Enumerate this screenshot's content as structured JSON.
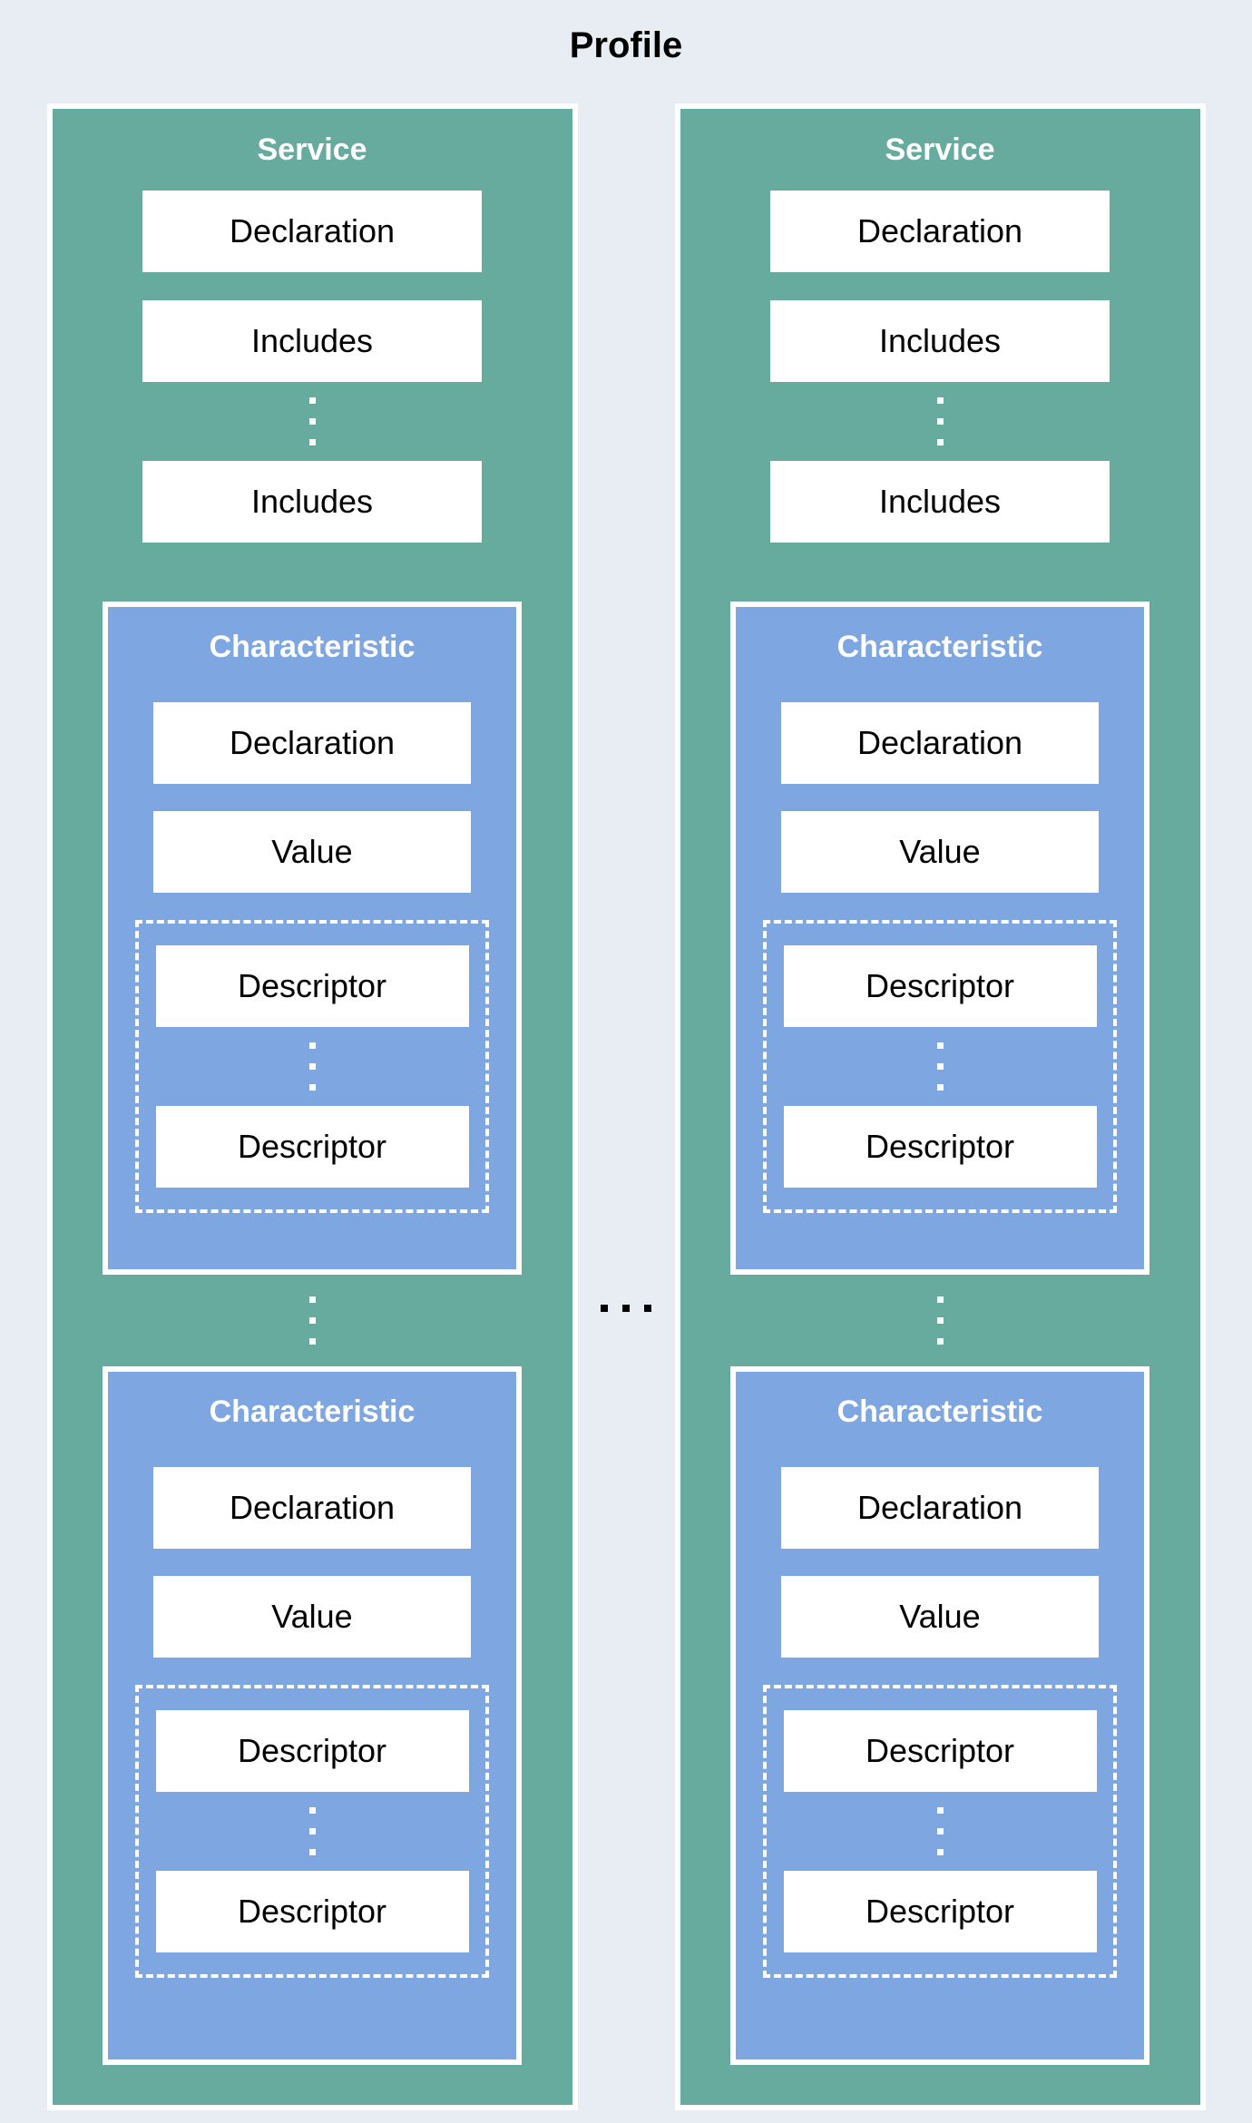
{
  "title": "Profile",
  "colors": {
    "background": "#e8edf4",
    "service_fill": "#67ab9f",
    "characteristic_fill": "#7ea6e0",
    "box_fill": "#ffffff",
    "panel_border": "#ffffff",
    "title_text": "#000000",
    "section_title_text": "#ffffff",
    "box_text": "#000000",
    "ellipsis_dots": "#000000"
  },
  "icons": {
    "between_services": "horizontal-ellipsis",
    "more_items": "vertical-ellipsis"
  },
  "services": [
    {
      "title": "Service",
      "declaration_label": "Declaration",
      "includes": [
        "Includes",
        "Includes"
      ],
      "characteristics": [
        {
          "title": "Characteristic",
          "declaration_label": "Declaration",
          "value_label": "Value",
          "descriptors": [
            "Descriptor",
            "Descriptor"
          ]
        },
        {
          "title": "Characteristic",
          "declaration_label": "Declaration",
          "value_label": "Value",
          "descriptors": [
            "Descriptor",
            "Descriptor"
          ]
        }
      ]
    },
    {
      "title": "Service",
      "declaration_label": "Declaration",
      "includes": [
        "Includes",
        "Includes"
      ],
      "characteristics": [
        {
          "title": "Characteristic",
          "declaration_label": "Declaration",
          "value_label": "Value",
          "descriptors": [
            "Descriptor",
            "Descriptor"
          ]
        },
        {
          "title": "Characteristic",
          "declaration_label": "Declaration",
          "value_label": "Value",
          "descriptors": [
            "Descriptor",
            "Descriptor"
          ]
        }
      ]
    }
  ]
}
